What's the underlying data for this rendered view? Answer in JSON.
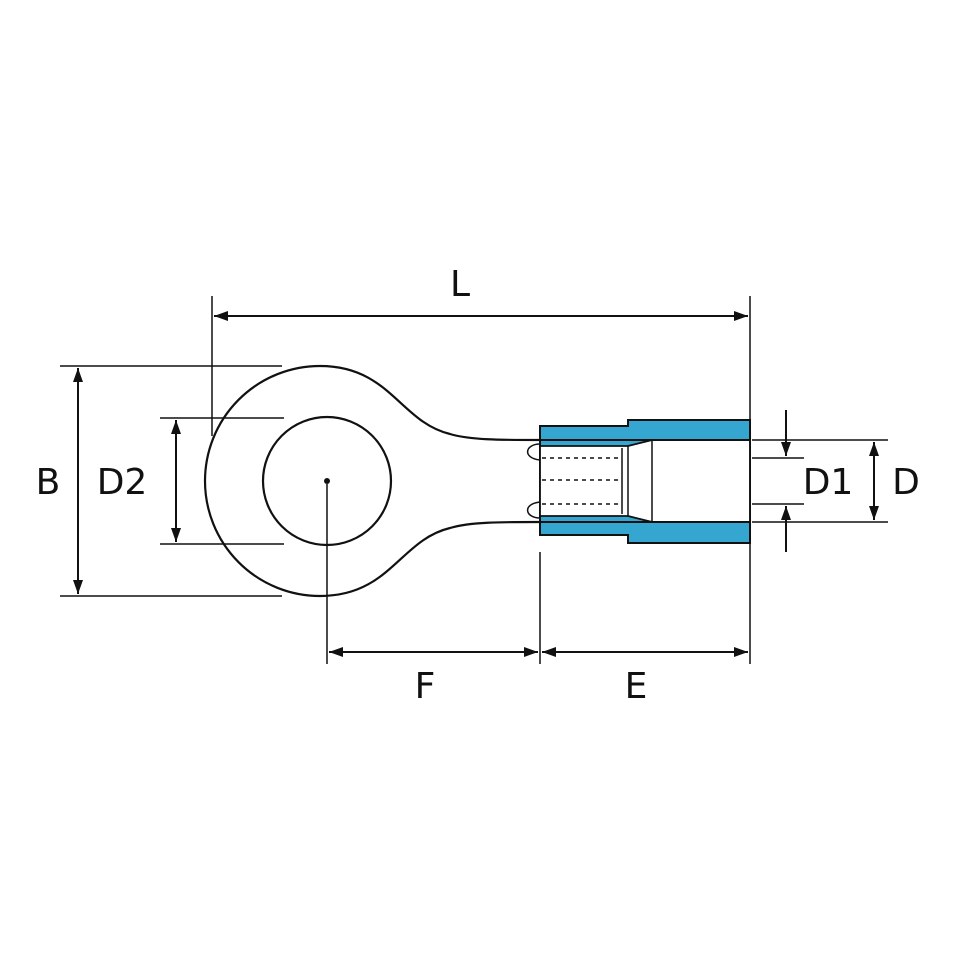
{
  "labels": {
    "L": "L",
    "B": "B",
    "D2": "D2",
    "D1": "D1",
    "D": "D",
    "F": "F",
    "E": "E"
  },
  "colors": {
    "insulation": "#35a6cf",
    "line": "#111111",
    "background": "#ffffff"
  }
}
